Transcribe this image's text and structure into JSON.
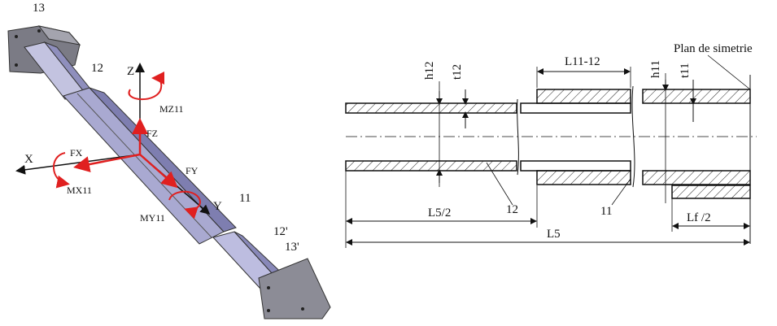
{
  "left_figure": {
    "labels": {
      "part_13": "13",
      "part_12": "12",
      "part_11": "11",
      "part_12p": "12'",
      "part_13p": "13'",
      "axis_z": "Z",
      "axis_x": "X",
      "axis_y": "Y",
      "moment_z": "MZ11",
      "moment_x": "MX11",
      "moment_y": "MY11",
      "force_z": "FZ",
      "force_x": "FX",
      "force_y": "FY"
    },
    "colors": {
      "arrow_red": "#e02020",
      "beam_fill": "#a9a9cf",
      "plate_fill": "#8c8c96"
    }
  },
  "right_figure": {
    "labels": {
      "sym_plane": "Plan de simetrie",
      "h12": "h12",
      "t12": "t12",
      "l_11_12": "L11-12",
      "h11": "h11",
      "t11": "t11",
      "part_12": "12",
      "part_11": "11",
      "l5_half": "L5/2",
      "l5": "L5",
      "lf_half": "Lf /2"
    }
  }
}
